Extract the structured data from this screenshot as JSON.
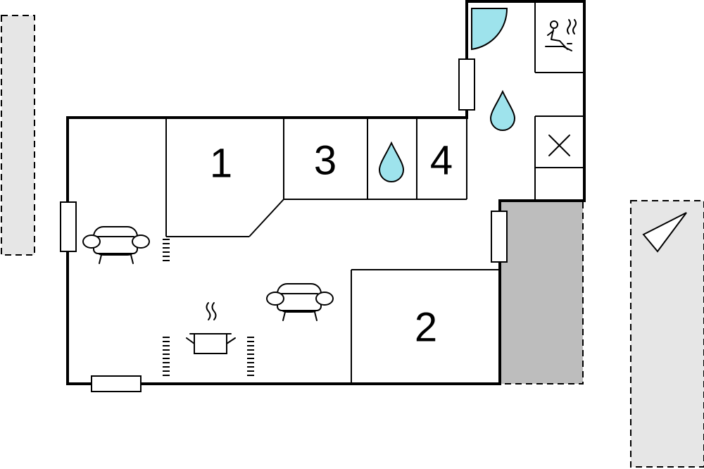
{
  "rooms": {
    "bedroom_1": "1",
    "bedroom_2": "2",
    "bedroom_3": "3",
    "bedroom_4": "4"
  },
  "colors": {
    "water": "#9ee3ec",
    "terrace": "#bdbdbd",
    "outdoor": "#e6e6e6",
    "wall": "#000000"
  },
  "icons": [
    "sofa-icon",
    "kitchen-pot-icon",
    "water-drop-icon",
    "sauna-icon",
    "cross-box-icon",
    "shower-icon",
    "compass-arrow-icon",
    "window-icon",
    "stairs-icon"
  ]
}
